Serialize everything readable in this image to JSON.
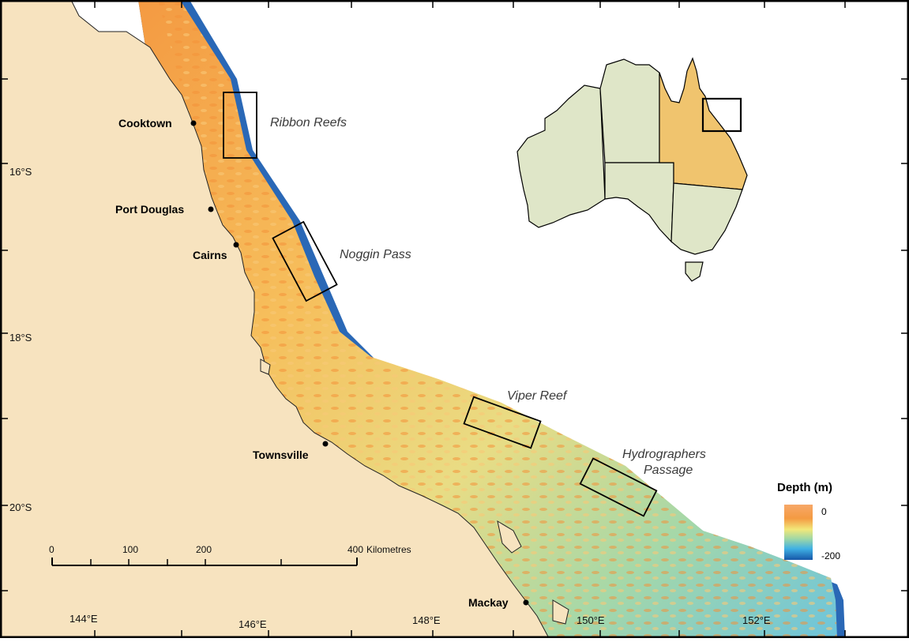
{
  "towns": [
    {
      "label": "Cooktown"
    },
    {
      "label": "Port Douglas"
    },
    {
      "label": "Cairns"
    },
    {
      "label": "Townsville"
    },
    {
      "label": "Mackay"
    }
  ],
  "study_sites": [
    {
      "label": "Ribbon Reefs"
    },
    {
      "label": "Noggin Pass"
    },
    {
      "label": "Viper Reef"
    },
    {
      "label": "Hydrographers",
      "label2": "Passage"
    }
  ],
  "latitude_labels": [
    "16°S",
    "18°S",
    "20°S"
  ],
  "longitude_labels": [
    "144°E",
    "146°E",
    "148°E",
    "150°E",
    "152°E"
  ],
  "scale_bar": {
    "ticks": [
      "0",
      "100",
      "200",
      "400"
    ],
    "unit": "Kilometres"
  },
  "legend": {
    "title": "Depth (m)",
    "max_label": "0",
    "min_label": "-200",
    "min_value": -200,
    "max_value": 0
  },
  "colors": {
    "land": "#f7e3bf",
    "sea": "#ffffff",
    "reef_shallow": "#f49a42",
    "reef_mid": "#f7d070",
    "shelf_mid": "#a6d8a8",
    "shelf_deep": "#5fbde0",
    "slope_deep": "#1f5fb0",
    "inset_queensland": "#f0c46e",
    "inset_other_states": "#dfe6c8"
  }
}
